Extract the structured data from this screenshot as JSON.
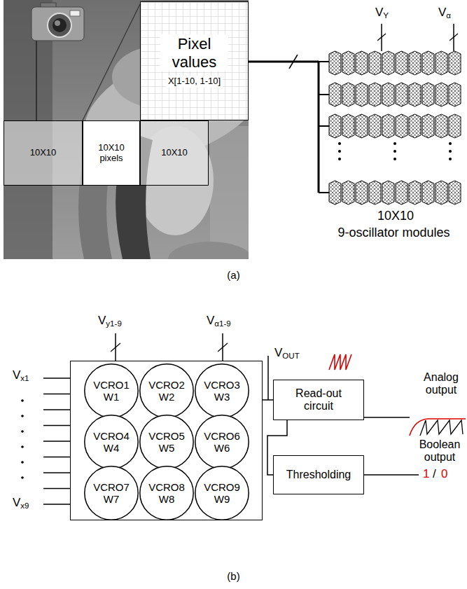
{
  "diagram": {
    "nodes": [
      {
        "text": [
          "Pixel values",
          "X[1-10, 1-10]"
        ]
      },
      {
        "text": [
          "10X10"
        ]
      },
      {
        "text": [
          "10X10 pixels"
        ]
      },
      {
        "text": [
          "10X10"
        ]
      },
      {
        "text": []
      },
      {
        "text": [
          "VCRO1",
          "W1"
        ],
        "in": 4
      },
      {
        "text": [
          "VCRO2",
          "W2"
        ],
        "in": 4
      },
      {
        "text": [
          "VCRO3",
          "W3"
        ],
        "in": 4
      },
      {
        "text": [
          "VCRO4",
          "W4"
        ],
        "in": 4
      },
      {
        "text": [
          "VCRO5",
          "W5"
        ],
        "in": 4
      },
      {
        "text": [
          "VCRO6",
          "W6"
        ],
        "in": 4
      },
      {
        "text": [
          "VCRO7",
          "W7"
        ],
        "in": 4
      },
      {
        "text": [
          "VCRO8",
          "W8"
        ],
        "in": 4
      },
      {
        "text": [
          "VCRO9",
          "W9"
        ],
        "in": 4
      },
      {
        "text": [
          "Read-out circuit"
        ]
      },
      {
        "text": [
          "Thresholding"
        ]
      }
    ],
    "edges": [
      {
        "from": 4,
        "to": 14,
        "arrow": "none"
      },
      {
        "from": 14,
        "to": 15,
        "arrow": "none"
      }
    ],
    "labels": [
      "VY",
      "Vα",
      "10X10",
      "9-oscillator modules",
      "(a)",
      "Vy1-9",
      "Vα1-9",
      "Vx1",
      "Vx9",
      "VOUT",
      "Analog output",
      "Boolean output",
      "1",
      "/",
      "0",
      "(b)"
    ]
  }
}
